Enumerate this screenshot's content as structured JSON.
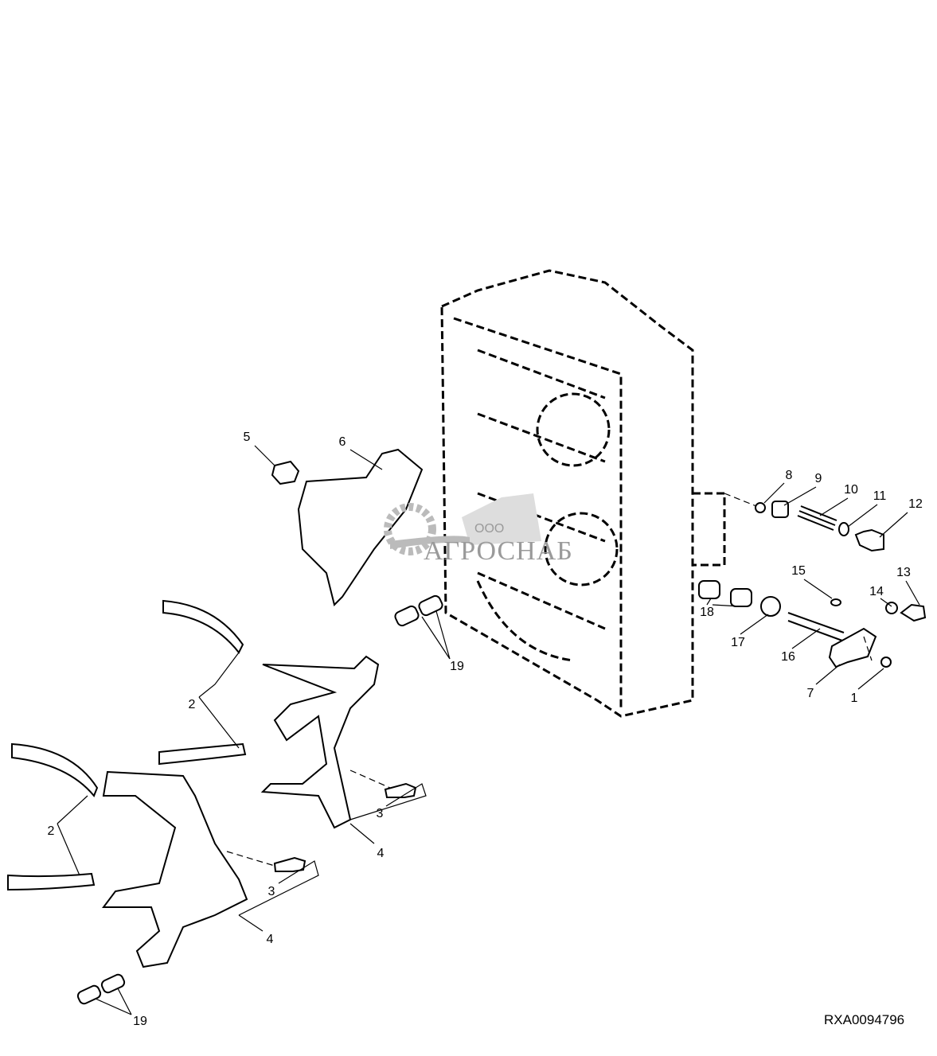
{
  "diagram": {
    "reference_code": "RXA0094796",
    "watermark": {
      "company_prefix": "ООО",
      "company_name": "АГРОСНАБ"
    },
    "callouts": [
      {
        "id": "c5",
        "label": "5"
      },
      {
        "id": "c6",
        "label": "6"
      },
      {
        "id": "c8",
        "label": "8"
      },
      {
        "id": "c9",
        "label": "9"
      },
      {
        "id": "c10",
        "label": "10"
      },
      {
        "id": "c11",
        "label": "11"
      },
      {
        "id": "c12",
        "label": "12"
      },
      {
        "id": "c15",
        "label": "15"
      },
      {
        "id": "c13",
        "label": "13"
      },
      {
        "id": "c14",
        "label": "14"
      },
      {
        "id": "c18",
        "label": "18"
      },
      {
        "id": "c17",
        "label": "17"
      },
      {
        "id": "c16",
        "label": "16"
      },
      {
        "id": "c7",
        "label": "7"
      },
      {
        "id": "c1",
        "label": "1"
      },
      {
        "id": "c19a",
        "label": "19"
      },
      {
        "id": "c2a",
        "label": "2"
      },
      {
        "id": "c2b",
        "label": "2"
      },
      {
        "id": "c3a",
        "label": "3"
      },
      {
        "id": "c4a",
        "label": "4"
      },
      {
        "id": "c3b",
        "label": "3"
      },
      {
        "id": "c4b",
        "label": "4"
      },
      {
        "id": "c19b",
        "label": "19"
      }
    ]
  }
}
